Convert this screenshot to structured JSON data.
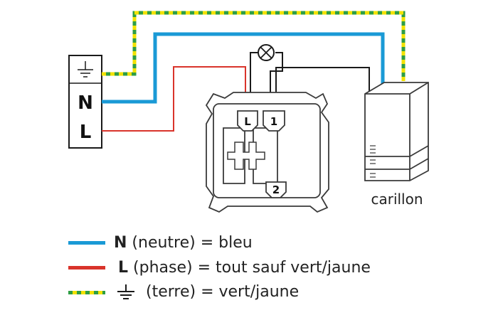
{
  "supply": {
    "neutral_label": "N",
    "phase_label": "L"
  },
  "switch": {
    "terminal_l": "L",
    "terminal_1": "1",
    "terminal_2": "2"
  },
  "chime": {
    "label": "carillon"
  },
  "legend": {
    "neutral": {
      "letter": "N",
      "text": "(neutre) = bleu"
    },
    "phase": {
      "letter": "L",
      "text": "(phase) = tout sauf vert/jaune"
    },
    "earth": {
      "text": "(terre) = vert/jaune",
      "icon": "earth-ground-icon"
    }
  },
  "colors": {
    "neutral": "#1a9ad6",
    "phase": "#d9342b",
    "earth_green": "#2e9e44",
    "earth_yellow": "#f2e200",
    "wire_black": "#1a1a1a"
  }
}
